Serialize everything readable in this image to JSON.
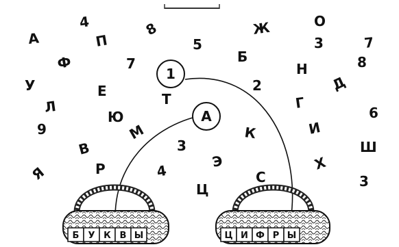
{
  "symbols": [
    {
      "text": "4"
    },
    {
      "text": "О"
    },
    {
      "text": "А"
    },
    {
      "text": "П"
    },
    {
      "text": "8"
    },
    {
      "text": "Ж"
    },
    {
      "text": "5"
    },
    {
      "text": "3"
    },
    {
      "text": "7"
    },
    {
      "text": "Ф"
    },
    {
      "text": "7"
    },
    {
      "text": "Б"
    },
    {
      "text": "Н"
    },
    {
      "text": "8"
    },
    {
      "text": "У"
    },
    {
      "text": "Е"
    },
    {
      "text": "2"
    },
    {
      "text": "Д"
    },
    {
      "text": "Т"
    },
    {
      "text": "Л"
    },
    {
      "text": "Ю"
    },
    {
      "text": "Г"
    },
    {
      "text": "6"
    },
    {
      "text": "9"
    },
    {
      "text": "М"
    },
    {
      "text": "К"
    },
    {
      "text": "И"
    },
    {
      "text": "В"
    },
    {
      "text": "3"
    },
    {
      "text": "Ш"
    },
    {
      "text": "Р"
    },
    {
      "text": "Э"
    },
    {
      "text": "Х"
    },
    {
      "text": "Я"
    },
    {
      "text": "4"
    },
    {
      "text": "С"
    },
    {
      "text": "Ц"
    },
    {
      "text": "3"
    }
  ],
  "circles": {
    "digit": "1",
    "letter": "А"
  },
  "baskets": {
    "letters": [
      "Б",
      "У",
      "К",
      "В",
      "Ы"
    ],
    "digits": [
      "Ц",
      "И",
      "Ф",
      "Р",
      "Ы"
    ]
  }
}
